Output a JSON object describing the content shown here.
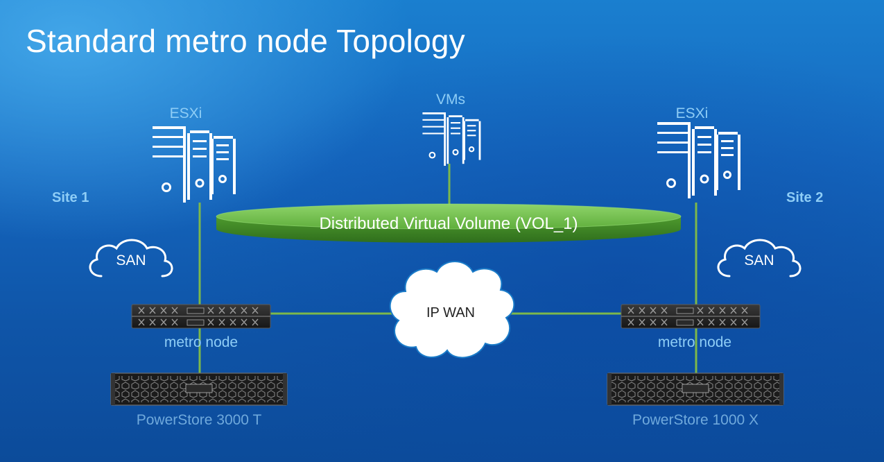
{
  "title": "Standard metro node Topology",
  "labels": {
    "esxi_left": "ESXi",
    "esxi_right": "ESXi",
    "vms": "VMs",
    "site1": "Site 1",
    "site2": "Site 2",
    "volume": "Distributed Virtual Volume (VOL_1)",
    "san_left": "SAN",
    "san_right": "SAN",
    "ip_wan": "IP WAN",
    "metro_node_left": "metro node",
    "metro_node_right": "metro node",
    "storage_left": "PowerStore 3000 T",
    "storage_right": "PowerStore 1000 X"
  },
  "colors": {
    "link_line": "#7db84a",
    "volume_green": "#6cc04a",
    "label_blue": "#8ecdf6"
  },
  "icons": [
    "server-rack-icon",
    "cloud-icon",
    "rack-server-icon",
    "storage-array-icon"
  ]
}
